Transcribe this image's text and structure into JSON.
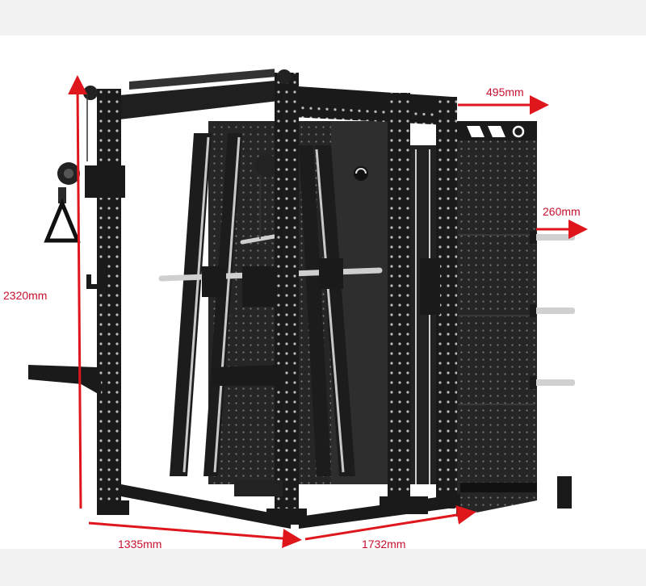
{
  "dimensions": {
    "height": "2320mm",
    "width_left": "1335mm",
    "depth": "1732mm",
    "top_side": "495mm",
    "peg_length": "260mm"
  },
  "colors": {
    "frame": "#1a1a1a",
    "frame_mid": "#2a2a2a",
    "panel": "#262626",
    "hole": "#6a6a6a",
    "chrome": "#d0d0d0",
    "arrow": "#e0161d",
    "label": "#c8102e"
  }
}
